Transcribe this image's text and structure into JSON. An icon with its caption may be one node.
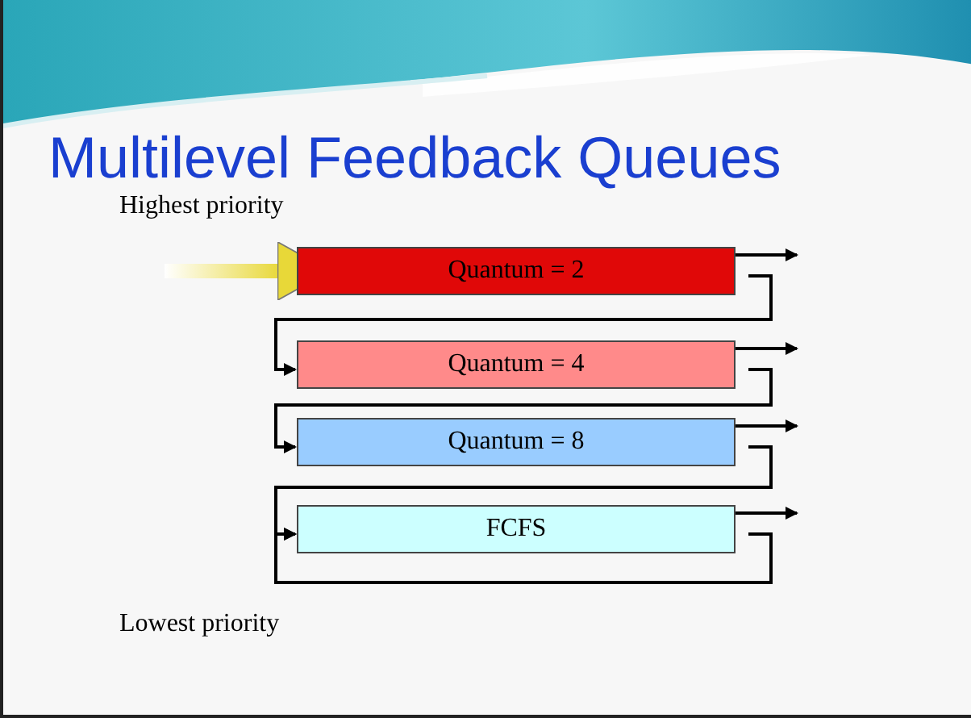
{
  "diagram": {
    "title": "Multilevel Feedback Queues",
    "nodes": [
      {
        "text": [
          "Quantum = 2"
        ]
      },
      {
        "text": [
          "Quantum = 4"
        ]
      },
      {
        "text": [
          "Quantum = 8"
        ]
      },
      {
        "text": [
          "FCFS"
        ]
      }
    ],
    "edges": [
      {
        "from": null,
        "to": 0,
        "arrow": "to",
        "style": "thick",
        "color": "#e8d838"
      },
      {
        "from": 0,
        "to": null,
        "arrow": "to"
      },
      {
        "from": 0,
        "to": 1,
        "arrow": "to"
      },
      {
        "from": 1,
        "to": null,
        "arrow": "to"
      },
      {
        "from": 1,
        "to": 2,
        "arrow": "to"
      },
      {
        "from": 2,
        "to": null,
        "arrow": "to"
      },
      {
        "from": 2,
        "to": 3,
        "arrow": "to"
      },
      {
        "from": 3,
        "to": null,
        "arrow": "to"
      },
      {
        "from": 3,
        "to": 3,
        "arrow": "to"
      }
    ],
    "labels": [
      "Highest priority",
      "Lowest priority"
    ]
  }
}
